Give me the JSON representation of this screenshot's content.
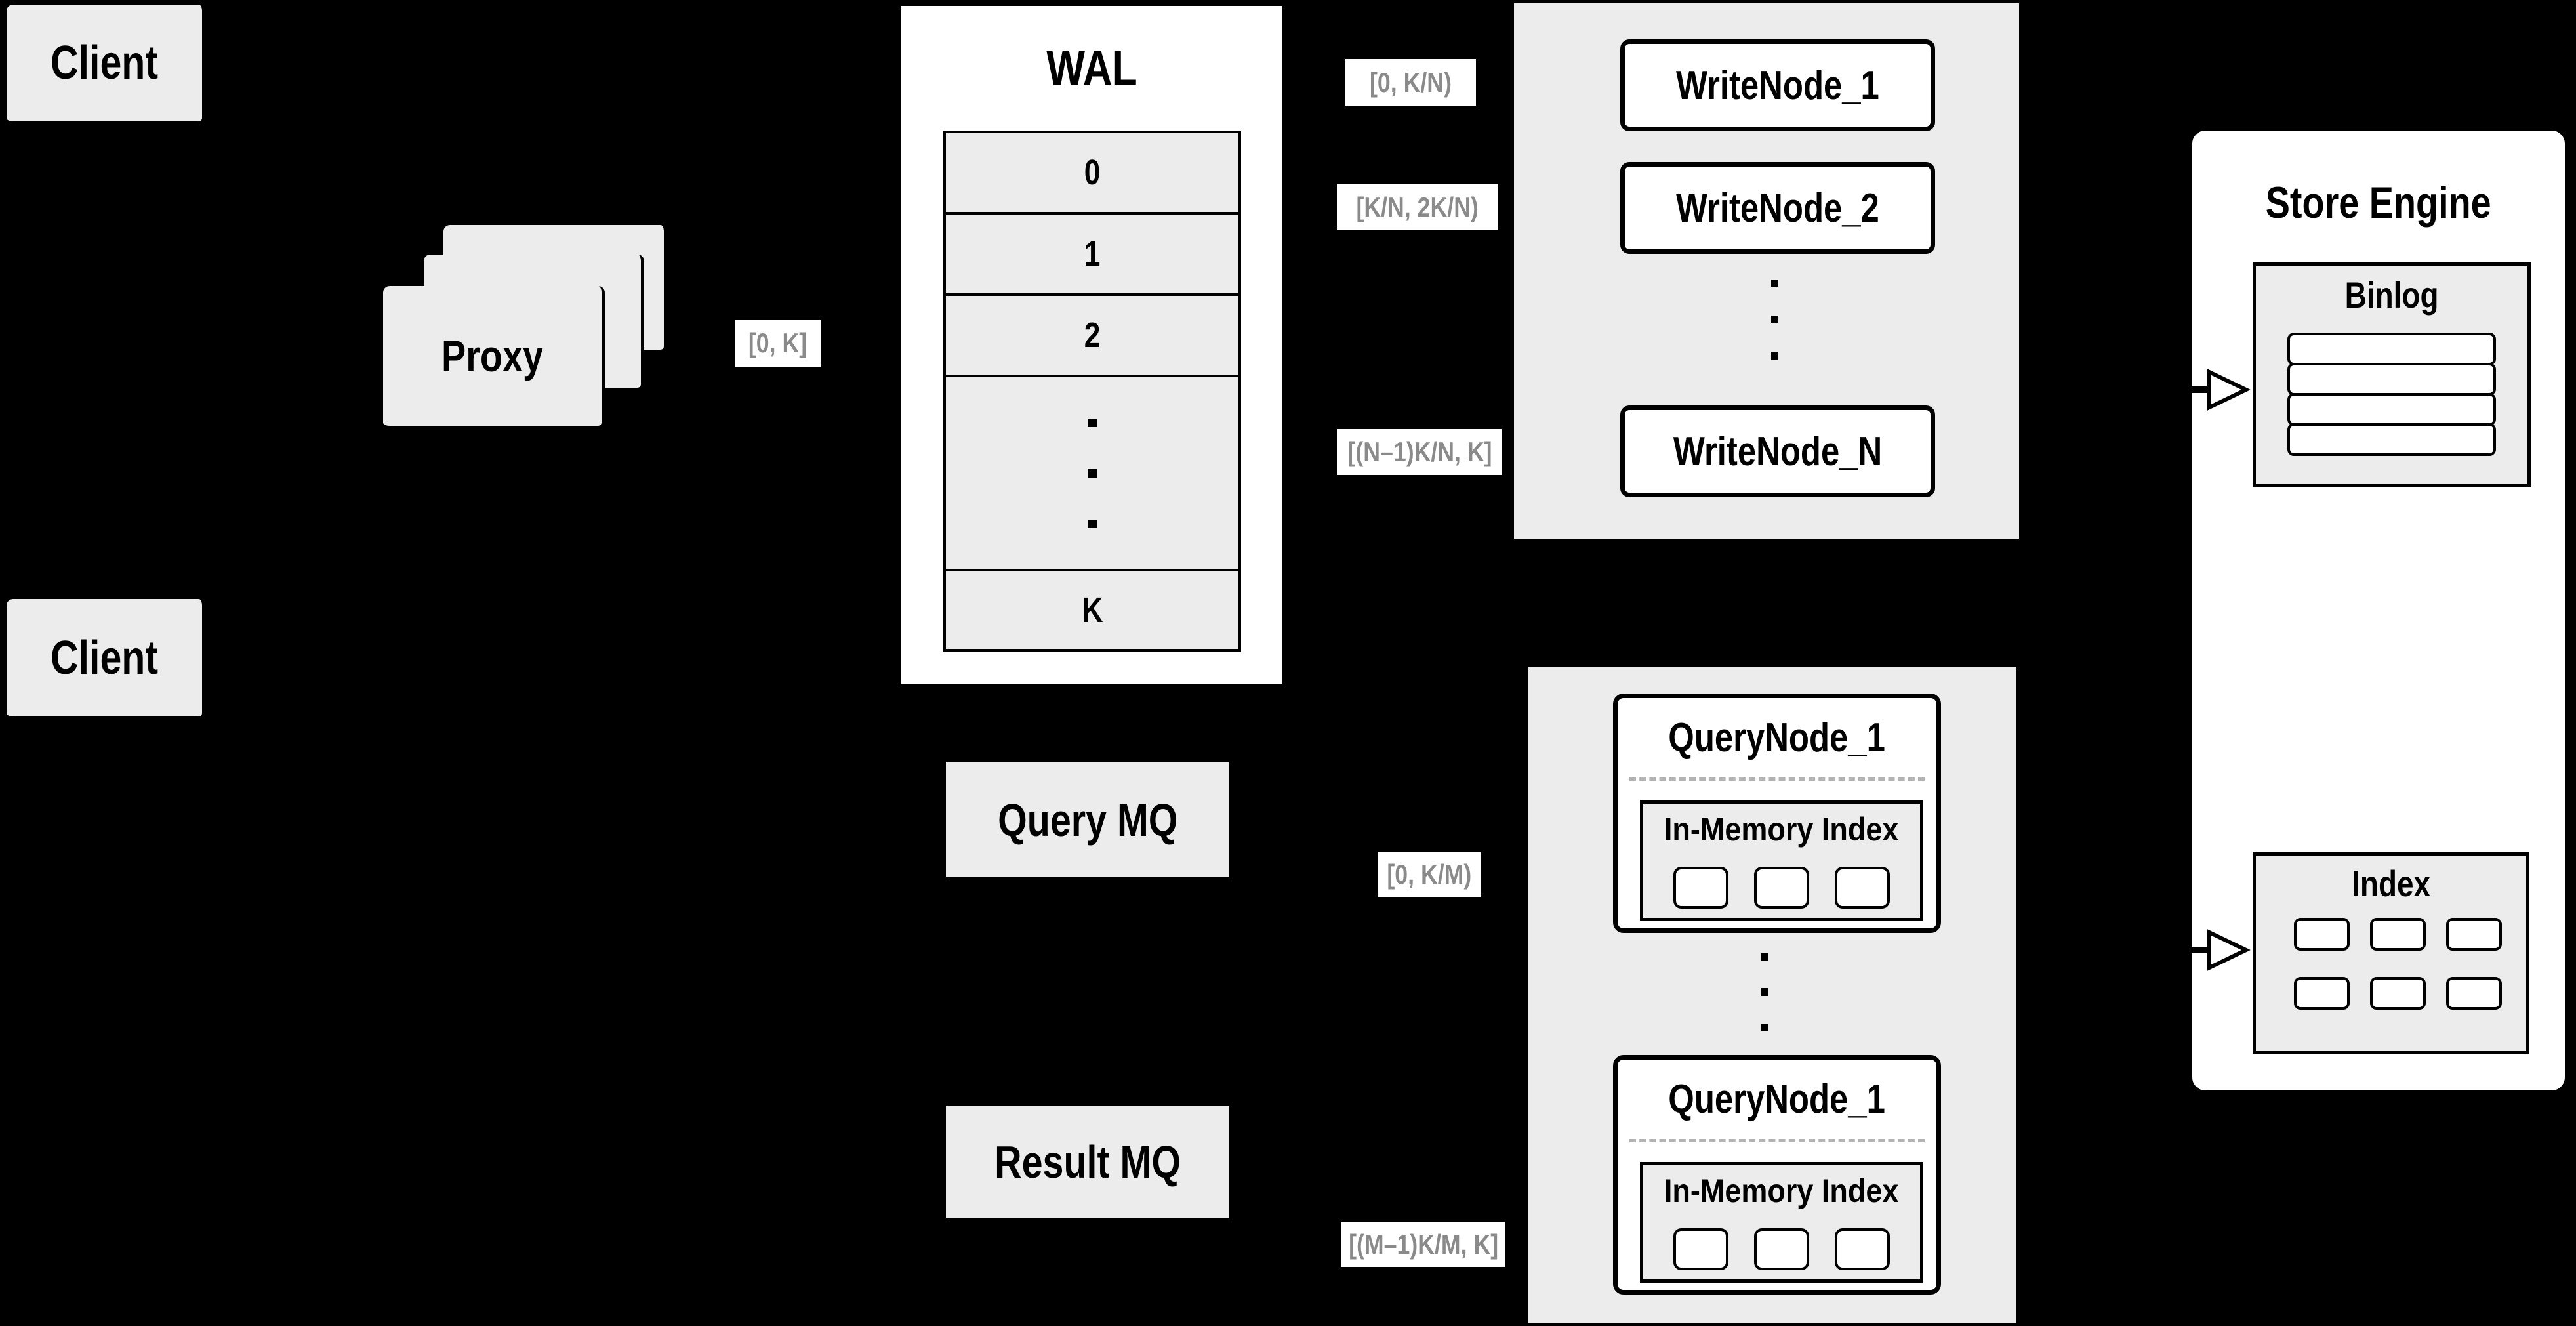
{
  "colors": {
    "background": "#000000",
    "panel_gray": "#ececec",
    "node_fill": "#ffffff",
    "line_black": "#000000",
    "range_label_text": "#8a8a8a"
  },
  "clients": {
    "top_label": "Client",
    "bottom_label": "Client"
  },
  "proxy": {
    "label": "Proxy",
    "stack_count": 3
  },
  "range_labels": {
    "proxy_out": "[0, K]",
    "write_1": "[0, K/N)",
    "write_2": "[K/N, 2K/N)",
    "write_n": "[(N–1)K/N, K]",
    "query_1": "[0, K/M)",
    "query_m": "[(M–1)K/M, K]"
  },
  "wal": {
    "title": "WAL",
    "rows": [
      "0",
      "1",
      "2"
    ],
    "last_row": "K",
    "ellipsis_count": 3
  },
  "write_cluster": {
    "node_1": "WriteNode_1",
    "node_2": "WriteNode_2",
    "node_n": "WriteNode_N",
    "ellipsis_count": 3
  },
  "mq": {
    "query_label": "Query MQ",
    "result_label": "Result MQ"
  },
  "query_cluster": {
    "ellipsis_count": 3,
    "node_top": {
      "title": "QueryNode_1",
      "inner_title": "In-Memory Index",
      "segment_count": 3
    },
    "node_bottom": {
      "title": "QueryNode_1",
      "inner_title": "In-Memory Index",
      "segment_count": 3
    }
  },
  "store_engine": {
    "title": "Store Engine",
    "binlog": {
      "title": "Binlog",
      "row_count": 4
    },
    "index": {
      "title": "Index",
      "cell_count": 6
    }
  }
}
